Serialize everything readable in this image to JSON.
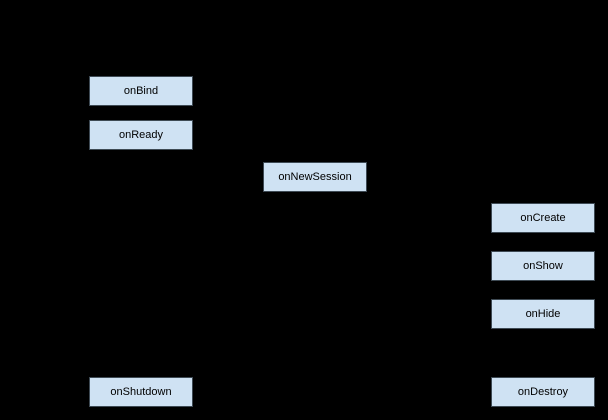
{
  "diagram": {
    "type": "lifecycle-flow",
    "background_color": "#000000",
    "node_fill_color": "#cfe2f3",
    "node_border_color": "#3e4a54",
    "node_text_color": "#000000",
    "nodes": [
      {
        "label": "onBind"
      },
      {
        "label": "onReady"
      },
      {
        "label": "onNewSession"
      },
      {
        "label": "onCreate"
      },
      {
        "label": "onShow"
      },
      {
        "label": "onHide"
      },
      {
        "label": "onDestroy"
      },
      {
        "label": "onShutdown"
      }
    ]
  }
}
